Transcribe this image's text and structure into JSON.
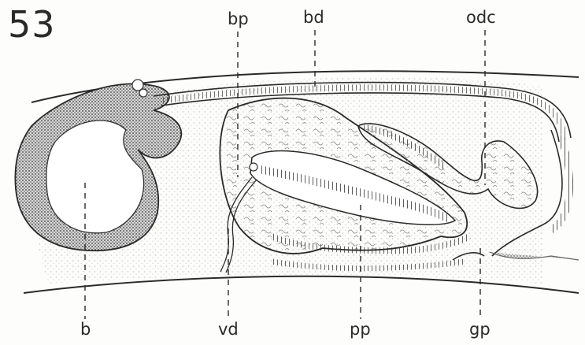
{
  "figure": {
    "number": "53"
  },
  "labels": {
    "top": [
      "bp",
      "bd",
      "odc"
    ],
    "bottom": [
      "b",
      "vd",
      "pp",
      "gp"
    ]
  },
  "colors": {
    "ink": "#2a2a2a",
    "stipple": "#9a9a9a",
    "paper": "#fdfdfb"
  }
}
